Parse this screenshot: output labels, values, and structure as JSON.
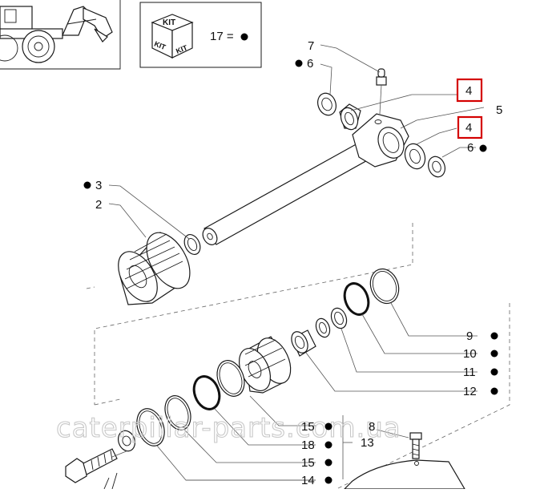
{
  "kit_box": {
    "text": "KIT",
    "side_left": "KIT",
    "side_right": "KIT",
    "legend": "17 ="
  },
  "parts": [
    {
      "id": "p7",
      "label": "7",
      "kit": false,
      "highlight": false
    },
    {
      "id": "p6a",
      "label": "6",
      "kit": true,
      "highlight": false
    },
    {
      "id": "p4a",
      "label": "4",
      "kit": false,
      "highlight": true
    },
    {
      "id": "p5",
      "label": "5",
      "kit": false,
      "highlight": false
    },
    {
      "id": "p4b",
      "label": "4",
      "kit": false,
      "highlight": true
    },
    {
      "id": "p6b",
      "label": "6",
      "kit": true,
      "highlight": false
    },
    {
      "id": "p3",
      "label": "3",
      "kit": true,
      "highlight": false
    },
    {
      "id": "p2",
      "label": "2",
      "kit": false,
      "highlight": false
    },
    {
      "id": "p9",
      "label": "9",
      "kit": true,
      "highlight": false
    },
    {
      "id": "p10",
      "label": "10",
      "kit": true,
      "highlight": false
    },
    {
      "id": "p11",
      "label": "11",
      "kit": true,
      "highlight": false
    },
    {
      "id": "p12",
      "label": "12",
      "kit": true,
      "highlight": false
    },
    {
      "id": "p15a",
      "label": "15",
      "kit": true,
      "highlight": false
    },
    {
      "id": "p8",
      "label": "8",
      "kit": false,
      "highlight": false
    },
    {
      "id": "p18",
      "label": "18",
      "kit": true,
      "highlight": false
    },
    {
      "id": "p13",
      "label": "13",
      "kit": false,
      "highlight": false
    },
    {
      "id": "p15b",
      "label": "15",
      "kit": true,
      "highlight": false
    },
    {
      "id": "p14",
      "label": "14",
      "kit": true,
      "highlight": false
    }
  ],
  "watermark": "caterpillar-parts.com.ua",
  "colors": {
    "highlight": "#d40000",
    "line": "#1a1a1a",
    "kit_dot": "#000000"
  }
}
